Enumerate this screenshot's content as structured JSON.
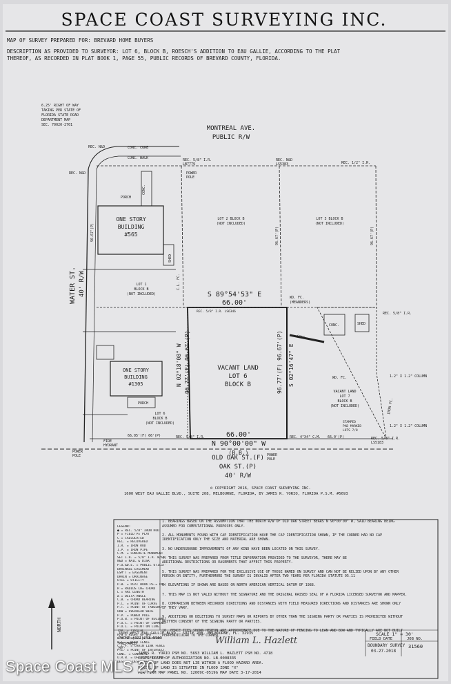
{
  "header": {
    "company": "SPACE COAST SURVEYING INC.",
    "prepared_for": "MAP OF SURVEY PREPARED FOR: BREVARD HOME BUYERS",
    "description_1": "DESCRIPTION AS PROVIDED TO SURVEYOR: LOT 6, BLOCK B, ROESCH'S ADDITION TO EAU GALLIE, ACCORDING TO THE PLAT",
    "description_2": "THEREOF, AS RECORDED IN PLAT BOOK 1, PAGE 55, PUBLIC RECORDS OF BREVARD COUNTY, FLORIDA."
  },
  "streets": {
    "montreal_1": "MONTREAL AVE.",
    "montreal_2": "PUBLIC R/W",
    "water_1": "WATER ST.",
    "water_2": "40' R/W",
    "oak_1": "OLD OAK ST.(F)",
    "oak_2": "OAK ST.(P)",
    "oak_3": "40' R/W",
    "row_note_1": "6.25' RIGHT OF WAY",
    "row_note_2": "TAKING PER STATE OF",
    "row_note_3": "FLORIDA STATE ROAD",
    "row_note_4": "DEPARTMENT MAP",
    "row_note_5": "SEC. 70020-2701"
  },
  "labels": {
    "conc_curb": "CONC. CURB",
    "conc_walk": "CONC. WALK",
    "rec_ird_1": "REC. N&D",
    "rec_ird_2": "REC. N&D",
    "rec_58_a": "REC. 5/8\" I.R.",
    "lb_a": "LB7779",
    "rec_nd_b": "REC. N&D",
    "ls_b": "LS5383",
    "rec_12": "REC. 1/2\" I.R.",
    "power_pole_1": "POWER",
    "power_pole_1b": "POLE",
    "porch_1": "PORCH",
    "conc_1": "CONC.",
    "bldg1_1": "ONE STORY",
    "bldg1_2": "BUILDING",
    "bldg1_3": "#565",
    "shed_1": "SHED",
    "lot2_1": "LOT 2 BLOCK B",
    "lot2_2": "(NOT INCLUDED)",
    "lot3_1": "LOT 3 BLOCK B",
    "lot3_2": "(NOT INCLUDED)",
    "lot1_1": "LOT 1",
    "lot1_2": "BLOCK B",
    "lot1_3": "(NOT INCLUDED)",
    "bearing_n": "S 89°54'53\" E",
    "dist_n": "66.00'",
    "wd_fc": "WD. FC.",
    "meanders": "(MEANDERS)",
    "rec_58_b": "REC. 5/8\" I.R. LS6346",
    "rec_58_c": "REC. 5/8\" I.R.",
    "conc_2": "CONC.",
    "shed_2": "SHED",
    "conc_3": "CONC.",
    "vacant_1": "VACANT LAND",
    "vacant_2": "LOT 6",
    "vacant_3": "BLOCK B",
    "bearing_w": "N 02°18'08\" W",
    "dist_w": "96.77'(F) 96.67'(P)",
    "bearing_e": "S 02°16'47\" E",
    "dist_e": "96.77'(F) 96.67'(P)",
    "bldg2_1": "ONE STORY",
    "bldg2_2": "BUILDING",
    "bldg2_3": "#1305",
    "porch_2": "PORCH",
    "lot6b_1": "LOT 6",
    "lot6b_2": "BLOCK B",
    "lot6b_3": "(NOT INCLUDED)",
    "lot7_1": "VACANT LAND",
    "lot7_2": "LOT 7",
    "lot7_3": "BLOCK B",
    "lot7_4": "(NOT INCLUDED)",
    "column_1": "1.2\" X 1.2\" COLUMN",
    "column_2": "1.2\" X 1.2\" COLUMN",
    "stamped_1": "STAMPED",
    "stamped_2": "PAD MARKED",
    "stamped_3": "LOTS 7/8",
    "dist_s": "66.00'",
    "bearing_s": "N 90°00'00\" W",
    "bb": "(B.B.)",
    "rec_s1": "REC. 5/8\" I.R.",
    "rec_s2": "REC. 4\"X4\" C.M.",
    "rec_s3": "REC. 5/8\" I.R.",
    "ls_s3": "LS5183",
    "dims_s": "66.05'(F) 66'(P)",
    "fire": "FIRE",
    "hydrant": "HYDRANT",
    "power_pole_2": "POWER",
    "power_pole_2b": "POLE",
    "power_pole_3": "POWER",
    "power_pole_3b": "POLE",
    "depth_1": "96.67'(P)",
    "depth_2": "96.67'(P)",
    "depth_3": "96.67'(P)",
    "iron_fc": "IRON FC.",
    "wd_fc_2": "WD. FC.",
    "dim_66": "66.0'(P)",
    "fc1": "C.L. FC.",
    "copyright_1": "© COPYRIGHT 2016, SPACE COAST SURVEYING INC.",
    "copyright_2": "1600 WEST EAU GALLIE BLVD., SUITE 208, MELBOURNE, FLORIDA, BY JAMES R. YORIO, FLORIDA P.S.M. #5693"
  },
  "legend": {
    "title": "LEGEND:",
    "items": [
      "● = REC. 5/8\" IRON ROD",
      "P = FIELD  P= PLAT",
      "C = CALCULATED",
      "REC. = RECOVERED",
      "I.R. = IRON ROD",
      "I.P. = IRON PIPE",
      "C.M. = CONCRETE MONUMENT",
      "SET I.R. = 5/8\" I.R. W/CAP",
      "N&D = NAIL & DISK",
      "P.U.&D.E. = PUBLIC UTILITY &",
      "DRAINAGE EASEMENT",
      "ESM'T = EASEMENT",
      "DRAIN = DRAINAGE",
      "UTIL = UTILITY",
      "P.B. = PLAT BOOK  PG.= PAGE",
      "R = RADIUS  CH= CHORD",
      "L = ARC LENGTH",
      "Δ = DELTA ANGLE",
      "C.B. = CHORD BEARING",
      "P.C. = POINT OF CURVE",
      "P.T. = POINT OF TANGENCY",
      "OHW = OVERHEAD WIRE",
      "P.P. = POWER POLE",
      "P.O.B. = POINT OF BEGINNING",
      "P.O.C. = POINT OF COMMENCEMENT",
      "P.O.L. = POINT ON LINE",
      "TYP. = TYPICAL",
      "R/W = RIGHT OF WAY",
      "B.B. = BASIS OF BEARING",
      "W.F. = WOOD FENCE",
      "C.L.F. = CHAIN LINK FENCE",
      "P.I. = POINT OF INTERSECTION",
      "CONC. = CONCRETE",
      "O.R.B. = OFFICIAL RECORDS BOOK",
      "DESC. = DESCRIPTION"
    ]
  },
  "notes": [
    "1. BEARINGS BASED ON THE ASSUMPTION THAT THE NORTH R/W OF OLD OAK STREET BEARS N 90°00'00\" W, SAID BEARING BEING",
    "   ASSUMED FOR COMPUTATIONAL PURPOSES ONLY.",
    "",
    "2. ALL MONUMENTS FOUND WITH CAP IDENTIFICATION HAVE THE CAP IDENTIFICATION SHOWN, IF THE CORNER HAD NO CAP",
    "   IDENTIFICATION ONLY THE SIZE AND MATERIAL ARE SHOWN.",
    "",
    "3. NO UNDERGROUND IMPROVEMENTS OF ANY KIND HAVE BEEN LOCATED ON THIS SURVEY.",
    "",
    "4. THIS SURVEY WAS PREPARED FROM TITLE INFORMATION PROVIDED TO THE SURVEYOR, THERE MAY BE",
    "   ADDITIONAL RESTRICTIONS OR EASEMENTS THAT AFFECT THIS PROPERTY.",
    "",
    "5. THIS SURVEY WAS PREPARED FOR THE EXCLUSIVE USE OF THOSE NAMED ON SURVEY AND CAN NOT BE RELIED UPON BY ANY OTHER",
    "   PERSON OR ENTITY, FURTHERMORE THE SURVEY IS INVALID AFTER TWO YEARS PER FLORIDA STATUTE 95.11",
    "",
    "6. ELEVATIONS IF SHOWN ARE BASED ON NORTH AMERICAN VERTICAL DATUM OF 1988.",
    "",
    "7. THIS MAP IS NOT VALID WITHOUT THE SIGNATURE AND THE ORIGINAL RAISED SEAL OF A FLORIDA LICENSED SURVEYOR AND MAPPER.",
    "",
    "8. COMPARISON BETWEEN RECORDED DIRECTIONS AND DISTANCES WITH FIELD MEASURED DIRECTIONS AND DISTANCES ARE SHOWN ONLY",
    "   IF THEY VARY.",
    "",
    "9. ADDITIONS OR DELETIONS TO SURVEY MAPS OR REPORTS BY OTHER THAN THE SIGNING PARTY OR PARTIES IS PROHIBITED WITHOUT",
    "   WRITTEN CONSENT OF THE SIGNING PARTY OR PARTIES.",
    "",
    "10. FENCE TIES SHOWN HEREON ARE APPROXIMATE DUE TO THE NATURE OF FENCING TO LEAN AND BOW AND TYPICALLY ARE NOT BUILT",
    "    PERPENDICULAR TO THE CORNER."
  ],
  "title_block": {
    "address": "1600 WEST EAU GALLIE BLVD., SUITE 208, MELBOURNE, FL. 32935",
    "phone": "PHONE (321)253-5509",
    "prepared": "PREPARED",
    "by": "BY:",
    "surveyors": "JAMES R. YORIO PSM NO. 5693   WILLIAM L. HAZLETT PSM NO. 4718",
    "auth": "CERTIFICATE OF AUTHORIZATION NO. LB-0008335",
    "flood1": "PARCEL OF LAND DOES NOT LIE WITHIN A FLOOD HAZARD AREA.",
    "flood2": "PARCEL OF LAND IS SITUATED IN FLOOD ZONE \"X\"",
    "flood3": "PER FIRM MAP PANEL NO. 12009C-0519G MAP DATE 3-17-2014",
    "scale": "SCALE 1\" = 30'",
    "field_date_label": "FIELD DATE",
    "job_label": "JOB NO.",
    "survey_type": "BOUNDARY SURVEY",
    "date": "03-27-2018",
    "job_no": "31560",
    "signature": "William L. Hazlett"
  },
  "north": "NORTH",
  "watermark": "Space Coast MLS 20"
}
